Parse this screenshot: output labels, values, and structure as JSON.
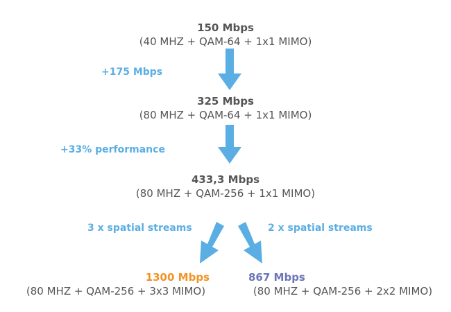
{
  "colors": {
    "text": "#555555",
    "arrow": "#5aaee3",
    "step_label": "#5aaee3",
    "rate_3x3": "#f39224",
    "rate_2x2": "#6b75b5"
  },
  "nodes": [
    {
      "rate": "150 Mbps",
      "spec": "(40 MHZ + QAM-64 + 1x1 MIMO)"
    },
    {
      "rate": "325 Mbps",
      "spec": "(80 MHZ + QAM-64 + 1x1 MIMO)"
    },
    {
      "rate": "433,3 Mbps",
      "spec": "(80 MHZ + QAM-256 + 1x1 MIMO)"
    },
    {
      "rate": "1300 Mbps",
      "spec": "(80 MHZ + QAM-256 + 3x3 MIMO)"
    },
    {
      "rate": "867 Mbps",
      "spec": "(80 MHZ + QAM-256 + 2x2 MIMO)"
    }
  ],
  "steps": [
    {
      "label": "+175 Mbps"
    },
    {
      "label": "+33% performance"
    },
    {
      "label": "3 x spatial streams"
    },
    {
      "label": "2 x spatial streams"
    }
  ]
}
